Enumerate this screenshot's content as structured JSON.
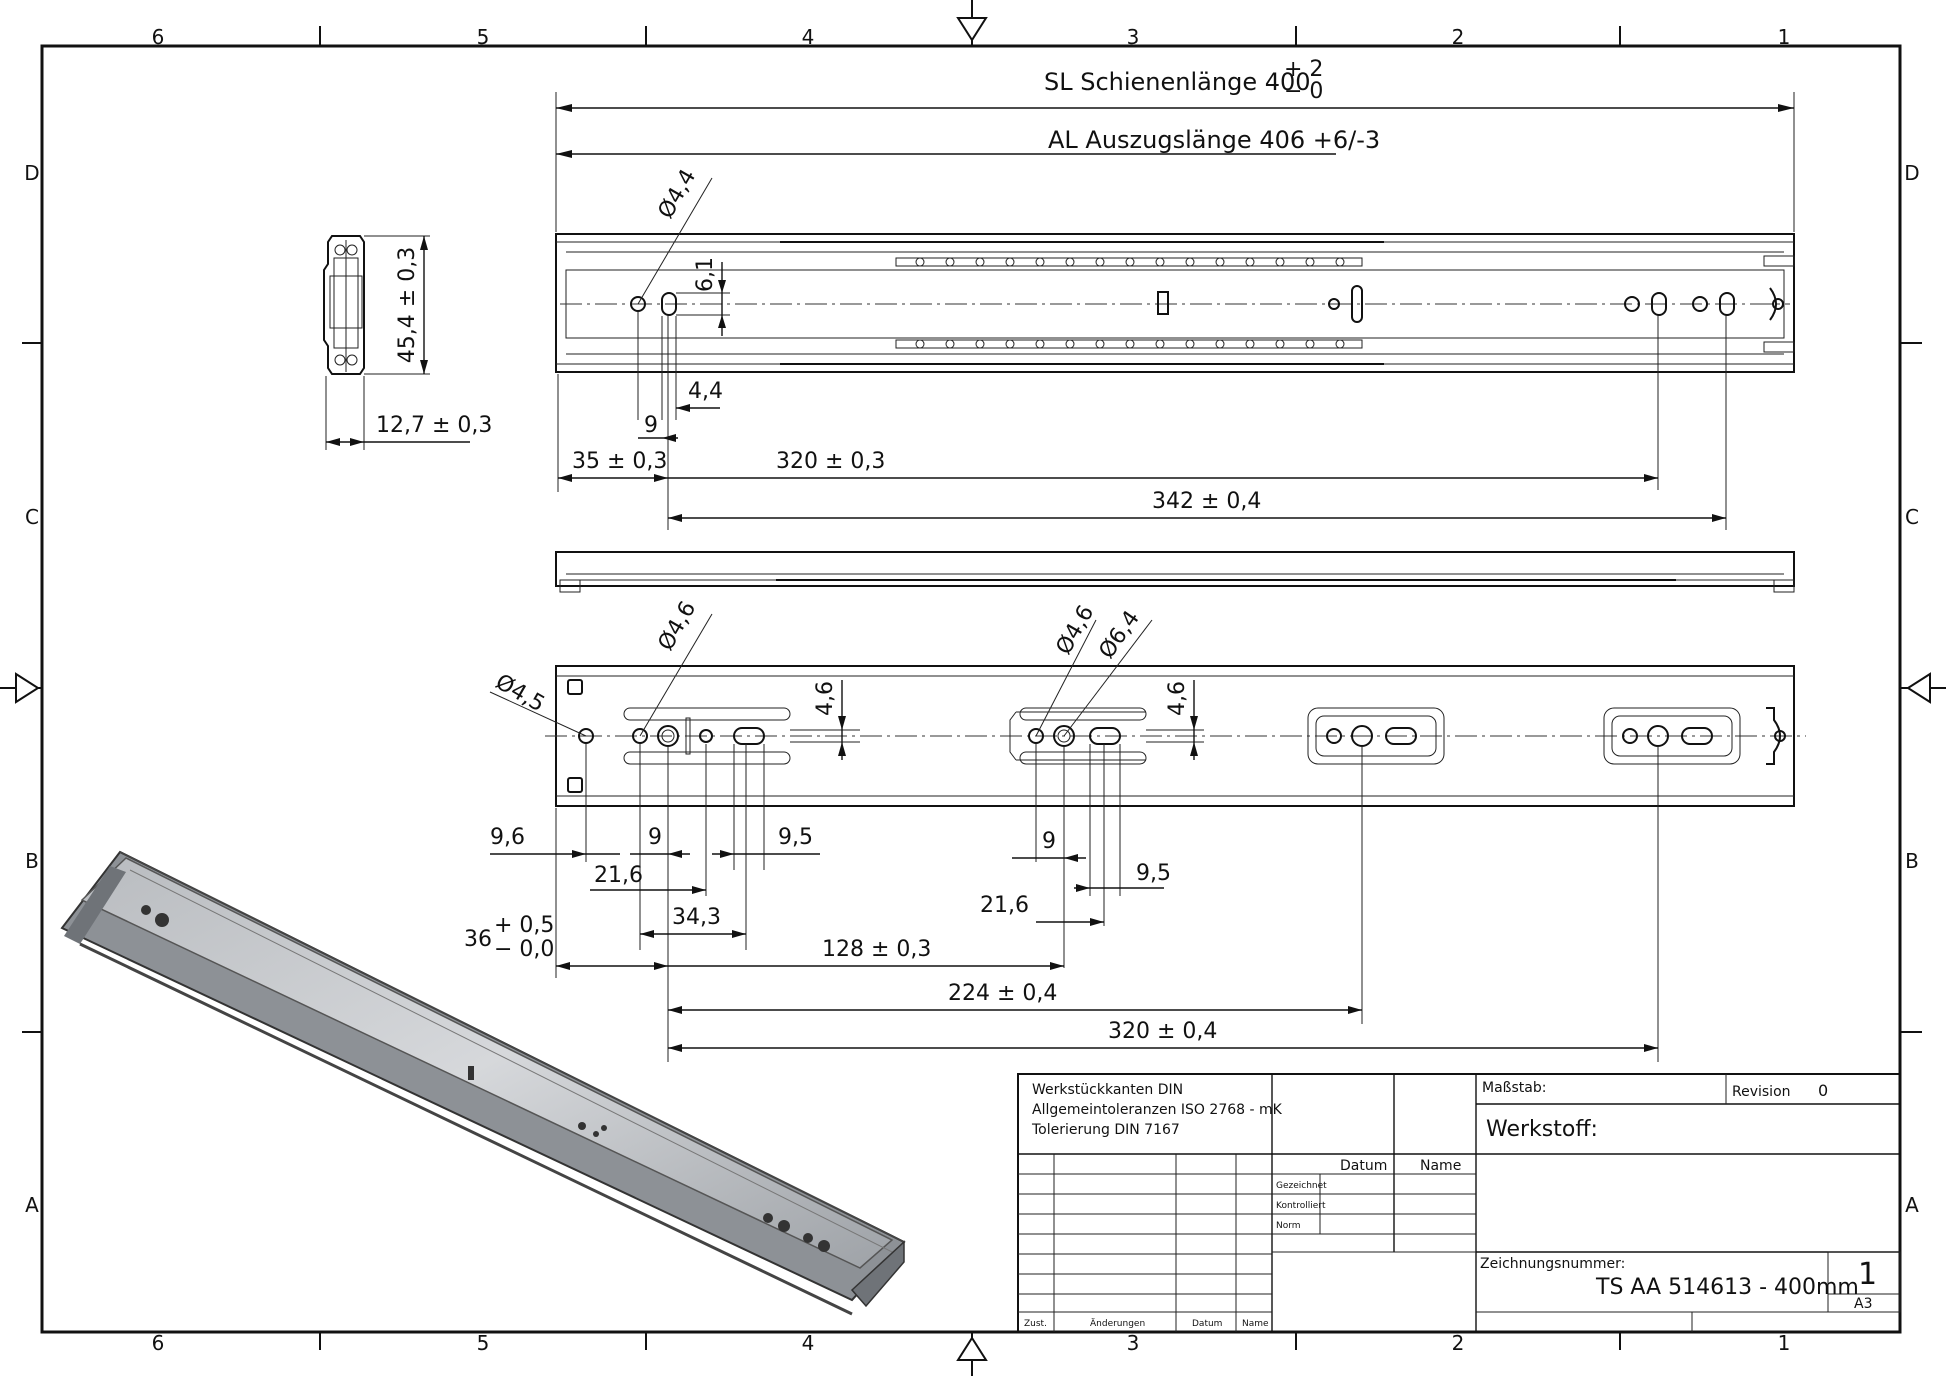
{
  "zones": {
    "columns_top": [
      "6",
      "5",
      "4",
      "3",
      "2",
      "1"
    ],
    "columns_bottom": [
      "6",
      "5",
      "4",
      "3",
      "2",
      "1"
    ],
    "rows_left": [
      "D",
      "C",
      "B",
      "A"
    ],
    "rows_right": [
      "D",
      "C",
      "B",
      "A"
    ]
  },
  "top_view": {
    "rail_length": {
      "label": "SL Schienenlänge 400",
      "tol_upper": "+ 2",
      "tol_lower": "− 0"
    },
    "extension_length": "AL Auszugslänge 406 +6/-3",
    "dims": {
      "hole_dia": "Ø4,4",
      "slot_height": "6,1",
      "slot_width": "4,4",
      "offset_9": "9",
      "first_hole": "35 ± 0,3",
      "hole_spacing": "320 ± 0,3",
      "total_spacing": "342 ± 0,4"
    }
  },
  "side_profile": {
    "height": "45,4 ± 0,3",
    "width": "12,7 ± 0,3"
  },
  "bottom_view": {
    "dims": {
      "dia_45": "Ø4,5",
      "dia_46_a": "Ø4,6",
      "dia_46_b": "Ø4,6",
      "dia_64": "Ø6,4",
      "h46_a": "4,6",
      "h46_b": "4,6",
      "d96": "9,6",
      "d9_a": "9",
      "d95_a": "9,5",
      "d216_a": "21,6",
      "d343": "34,3",
      "d36": "36",
      "d36_tol_upper": "+ 0,5",
      "d36_tol_lower": "− 0,0",
      "d128": "128 ± 0,3",
      "d9_b": "9",
      "d95_b": "9,5",
      "d216_b": "21,6",
      "d224": "224 ± 0,4",
      "d320": "320 ± 0,4"
    }
  },
  "title_block": {
    "notes": [
      "Werkstückkanten DIN",
      "Allgemeintoleranzen ISO 2768 - mK",
      "Tolerierung DIN 7167"
    ],
    "datum_header": "Datum",
    "name_header": "Name",
    "row_labels": [
      "Gezeichnet",
      "Kontrolliert",
      "Norm"
    ],
    "changes_headers": [
      "Zust.",
      "Änderungen",
      "Datum",
      "Name"
    ],
    "scale_label": "Maßstab:",
    "revision_label": "Revision",
    "revision_value": "0",
    "material_label": "Werkstoff:",
    "drawing_number_label": "Zeichnungsnummer:",
    "drawing_number": "TS  AA  514613 - 400mm",
    "sheet_number": "1",
    "format": "A3"
  }
}
